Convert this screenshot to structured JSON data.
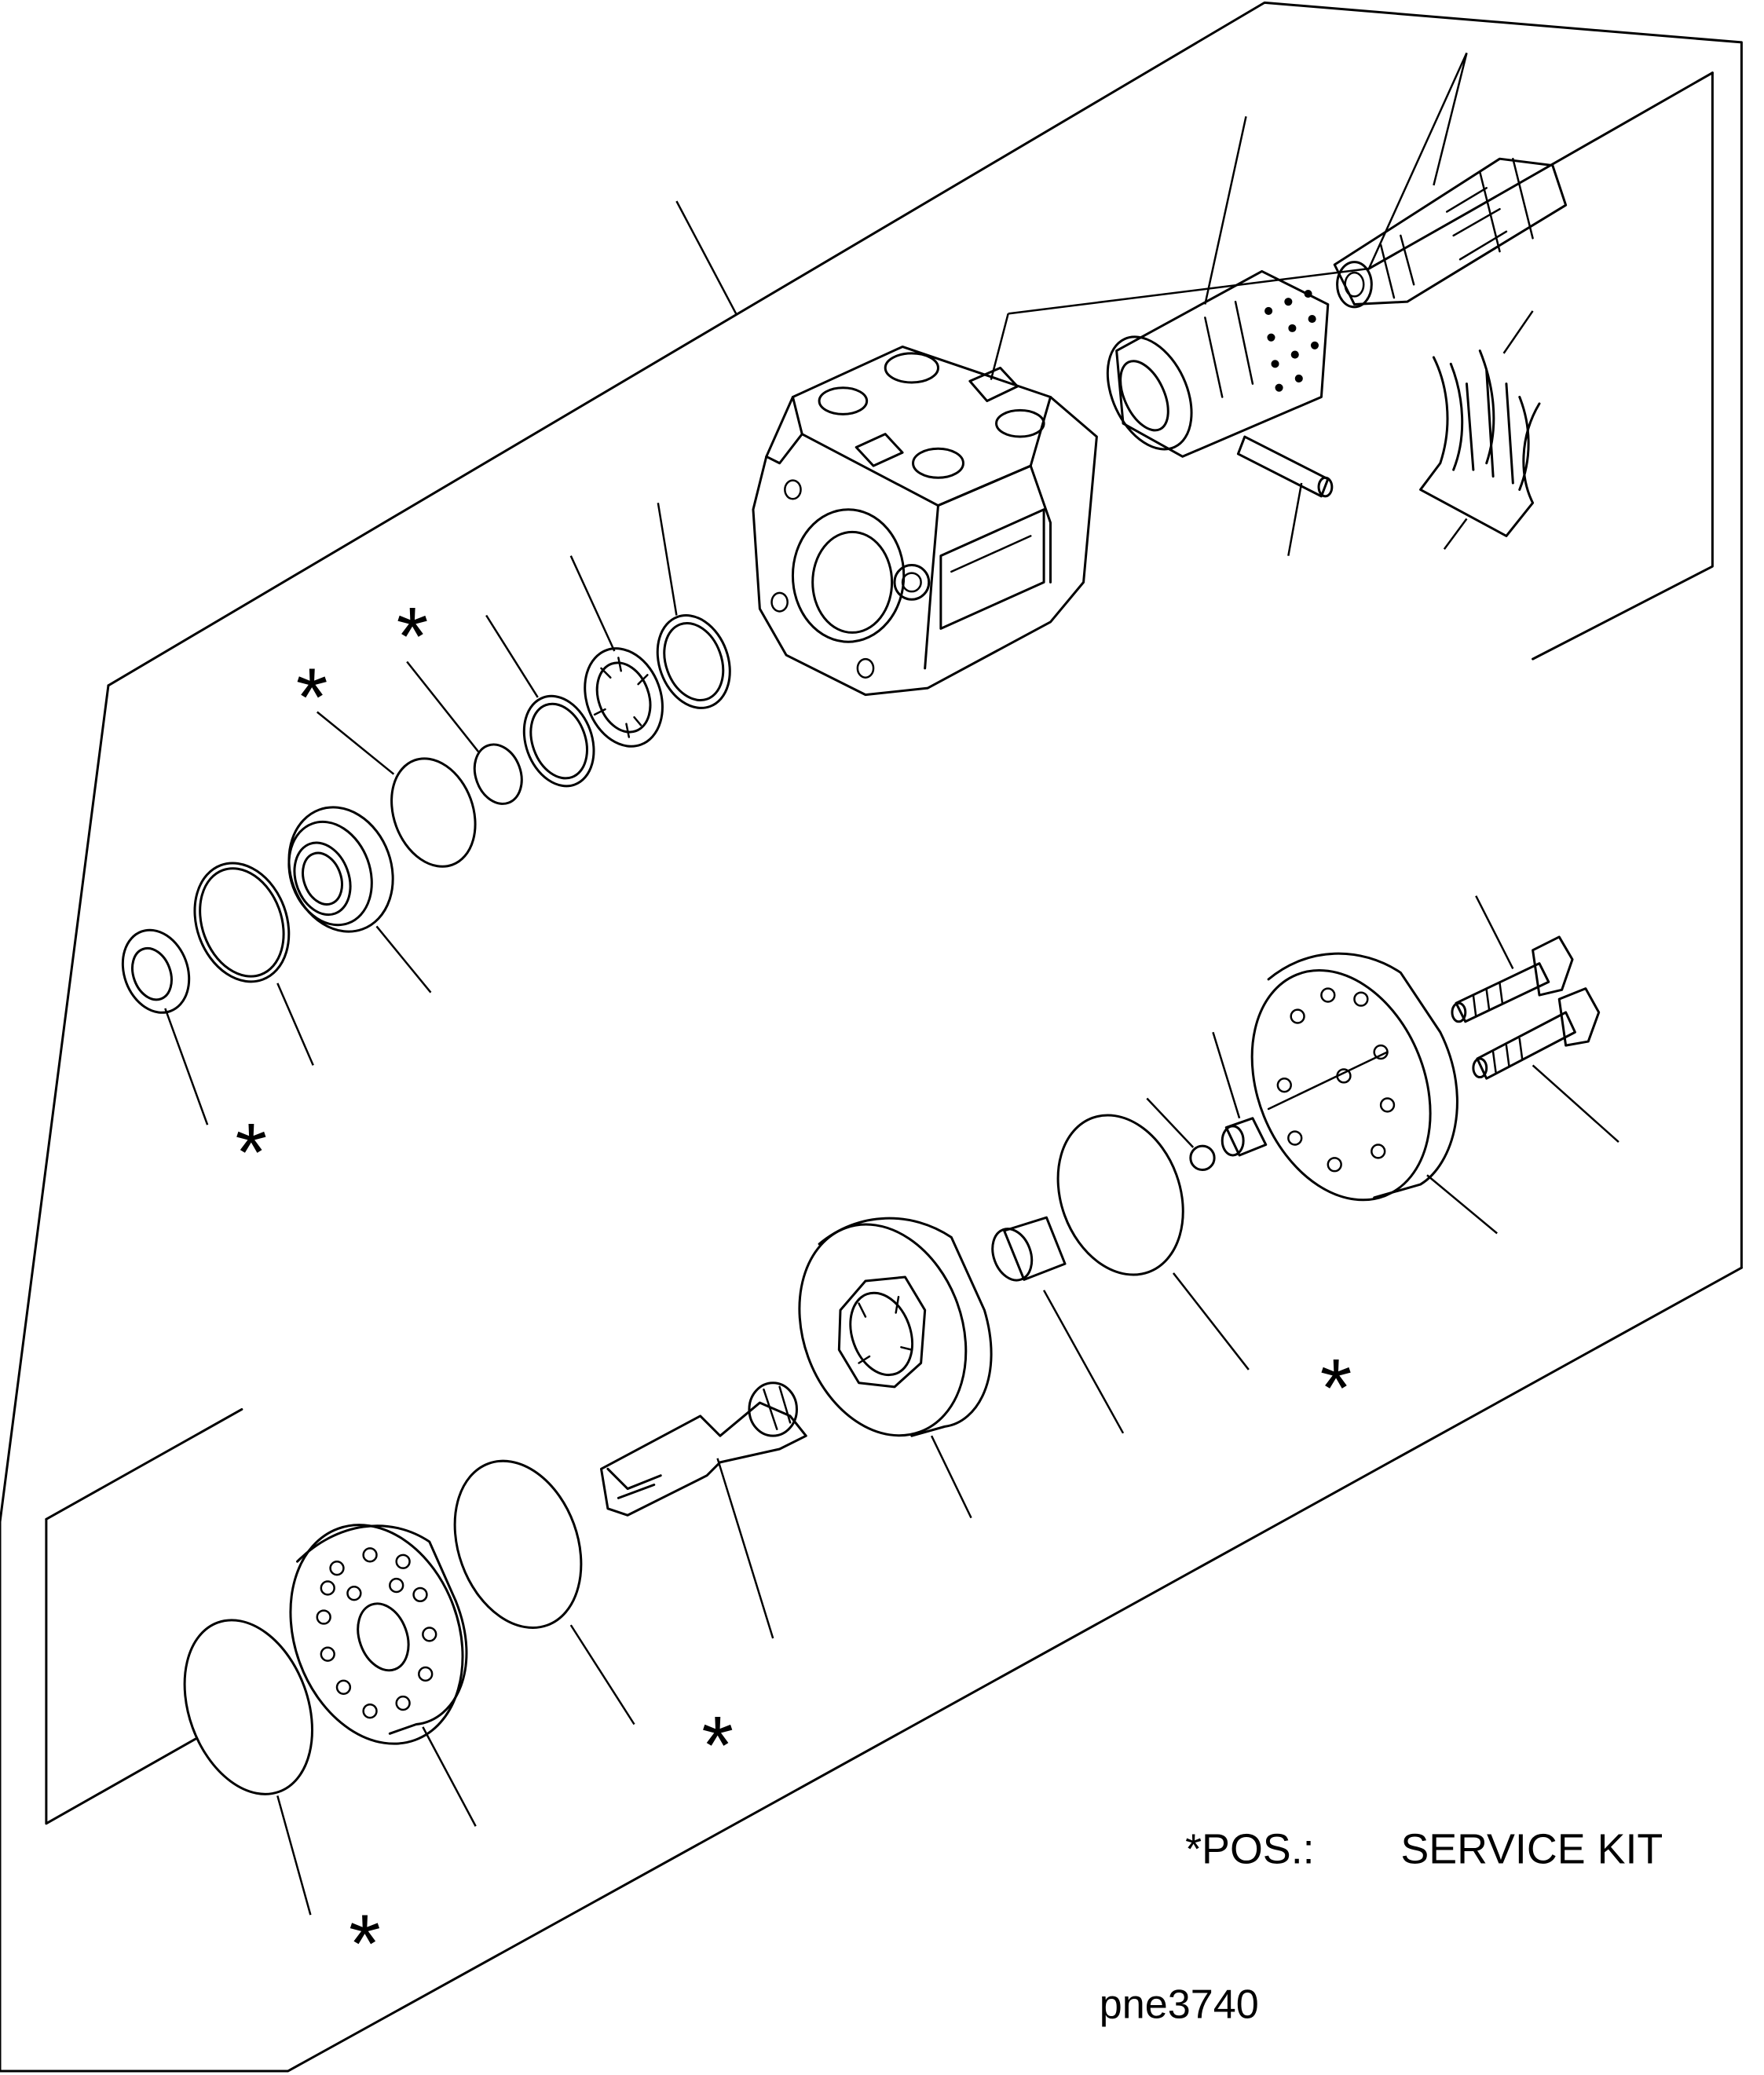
{
  "legend": {
    "prefix": "*POS.:",
    "label": "SERVICE KIT"
  },
  "drawing_code": "pne3740",
  "service_kit_marker": "*",
  "service_kit_marker_count": 7
}
